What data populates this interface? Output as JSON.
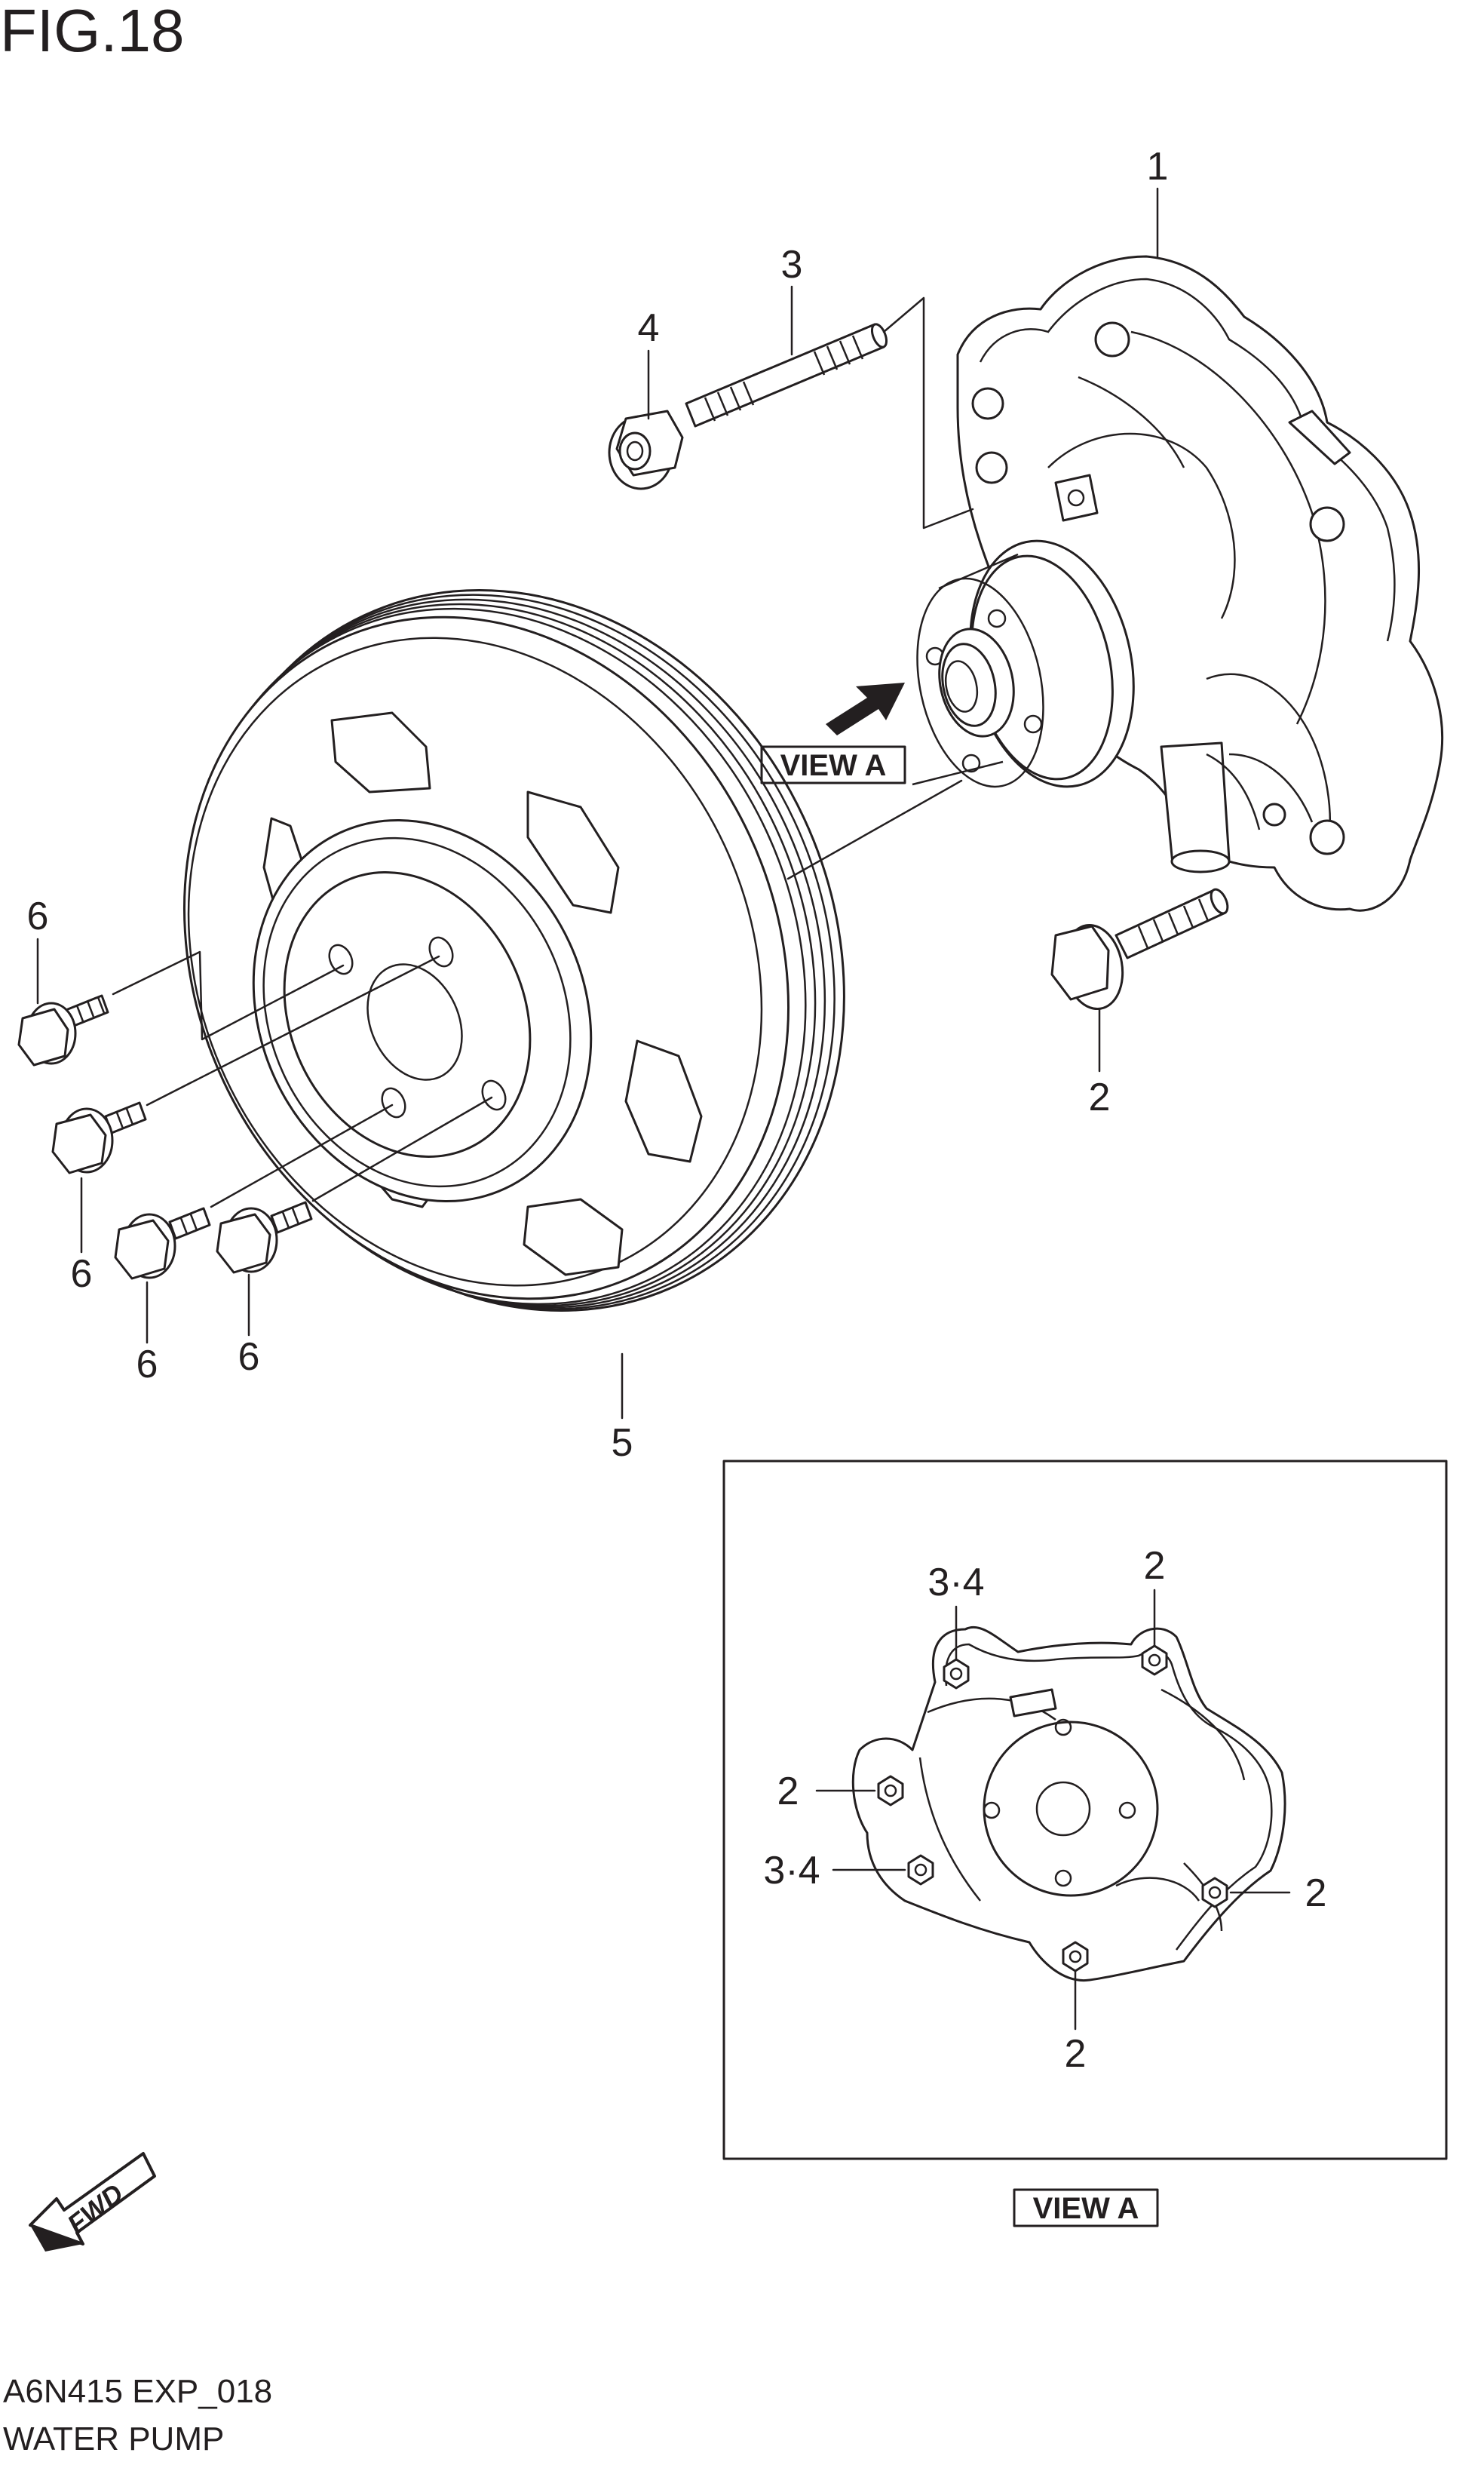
{
  "header": {
    "fig_title": "FIG.18"
  },
  "callouts": {
    "pump": "1",
    "bolt_lower": "2",
    "stud": "3",
    "nut": "4",
    "pulley": "5",
    "pulley_bolt_1": "6",
    "pulley_bolt_2": "6",
    "pulley_bolt_3": "6",
    "pulley_bolt_4": "6"
  },
  "view_a_tag": "VIEW A",
  "view_a_caption": "VIEW A",
  "view_a": {
    "top_left": "3·4",
    "top_right": "2",
    "mid_left": "2",
    "lower_left": "3·4",
    "right": "2",
    "bottom": "2"
  },
  "fwd_label": "FWD",
  "footer": {
    "code": "A6N415 EXP_018",
    "name": "WATER PUMP"
  },
  "colors": {
    "line": "#231f20",
    "background": "#ffffff"
  }
}
